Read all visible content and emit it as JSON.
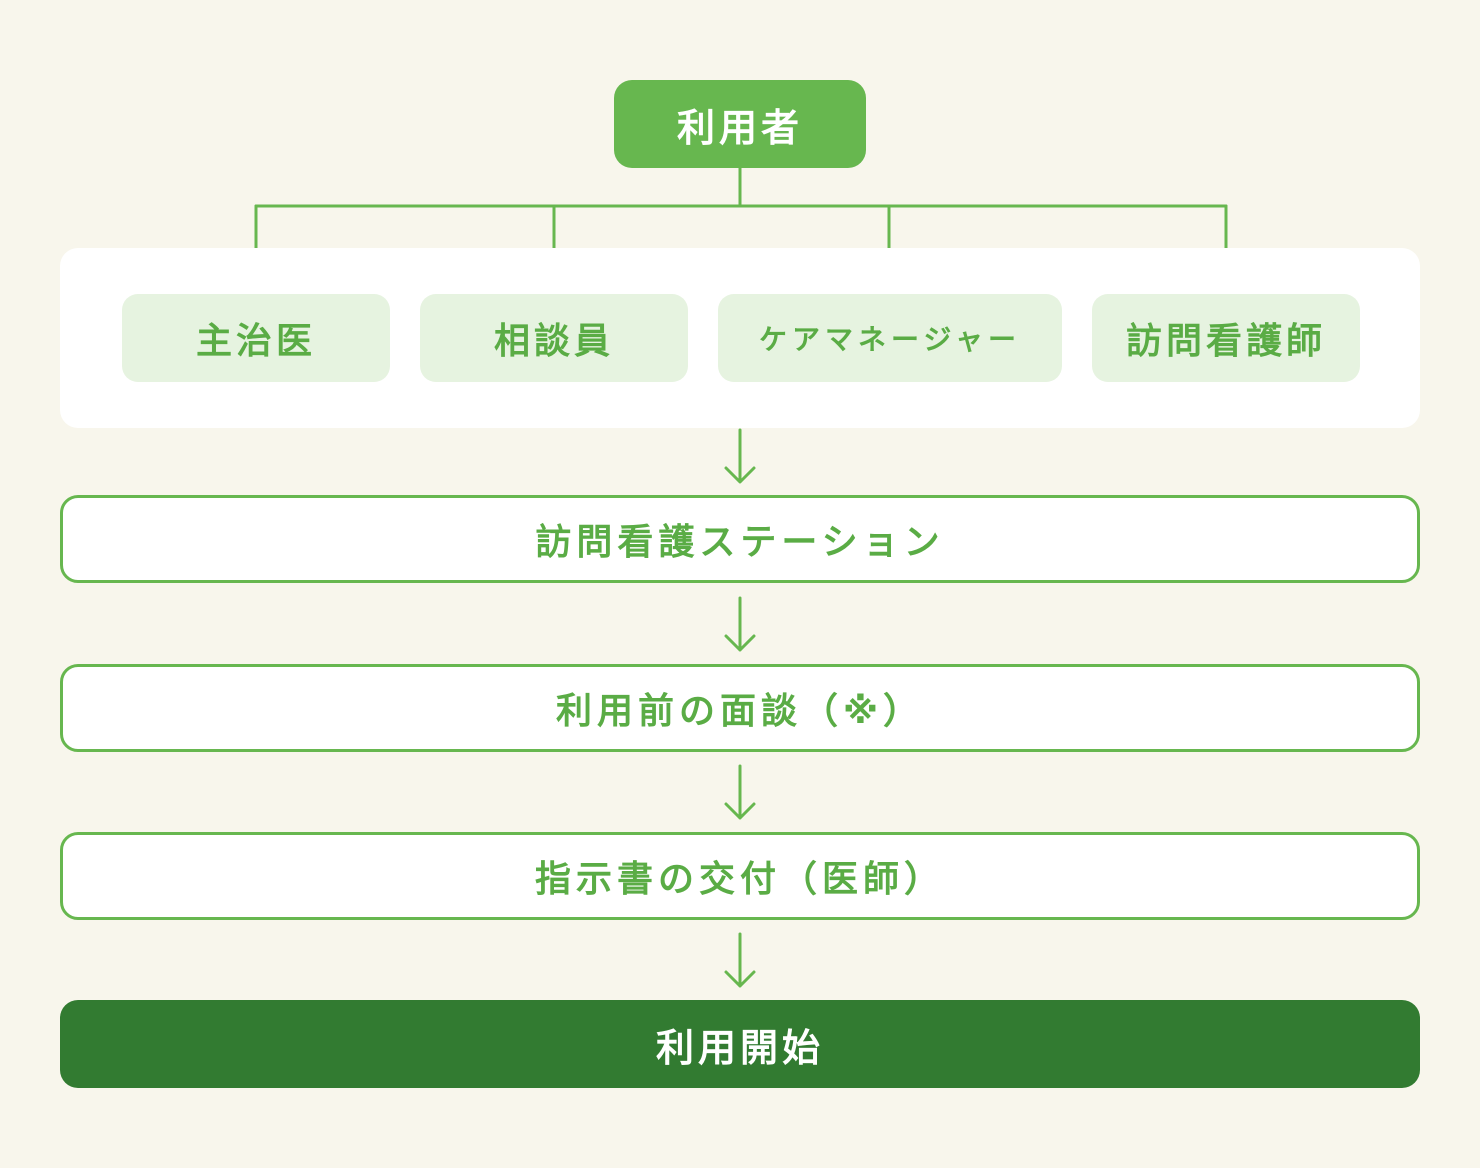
{
  "start": {
    "label": "利用者"
  },
  "roles": [
    {
      "label": "主治医"
    },
    {
      "label": "相談員"
    },
    {
      "label": "ケアマネージャー"
    },
    {
      "label": "訪問看護師"
    }
  ],
  "steps": [
    {
      "label": "訪問看護ステーション"
    },
    {
      "label": "利用前の面談（※）"
    },
    {
      "label": "指示書の交付（医師）"
    }
  ],
  "end": {
    "label": "利用開始"
  },
  "colors": {
    "background": "#f8f6ec",
    "accent": "#67b74f",
    "role_fill": "#e6f3e0",
    "final": "#327b31"
  }
}
